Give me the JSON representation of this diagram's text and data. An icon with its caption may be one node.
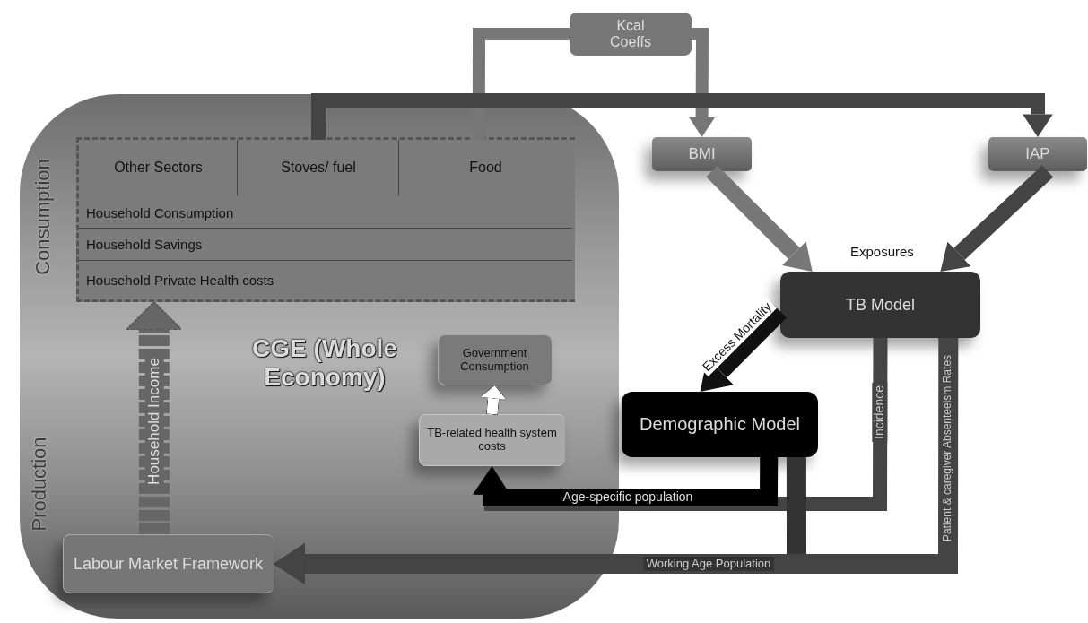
{
  "diagram": {
    "nodes": [
      {
        "text": [
          "CGE (Whole Economy)"
        ]
      },
      {
        "text": [
          "Household Consumption",
          "Household Savings",
          "Household Private Health costs"
        ],
        "in": 0
      },
      {
        "text": [
          "Other Sectors"
        ],
        "in": 1
      },
      {
        "text": [
          "Stoves/ fuel"
        ],
        "in": 1
      },
      {
        "text": [
          "Food"
        ],
        "in": 1
      },
      {
        "text": [
          "Kcal Coeffs"
        ]
      },
      {
        "text": [
          "BMI"
        ]
      },
      {
        "text": [
          "IAP"
        ]
      },
      {
        "text": [
          "TB Model"
        ],
        "beside": [
          "Exposures"
        ]
      },
      {
        "text": [
          "Demographic Model"
        ]
      },
      {
        "text": [
          "Government Consumption"
        ],
        "in": 0
      },
      {
        "text": [
          "TB-related health system costs"
        ],
        "in": 0
      },
      {
        "text": [
          "Labour Market Framework"
        ],
        "in": 0
      }
    ],
    "edges": [
      {
        "from": 4,
        "to": 5,
        "arrow": "none",
        "color": "#777777"
      },
      {
        "from": 5,
        "to": 6,
        "arrow": "to",
        "color": "#777777"
      },
      {
        "from": 3,
        "to": 7,
        "arrow": "to"
      },
      {
        "from": 6,
        "to": 8,
        "arrow": "to",
        "color": "#777777"
      },
      {
        "from": 7,
        "to": 8,
        "arrow": "to"
      },
      {
        "from": 8,
        "to": 9,
        "label": "Excess Mortality",
        "arrow": "to",
        "color": "#111111"
      },
      {
        "from": 8,
        "to": 11,
        "label": "Incidence",
        "arrow": "to"
      },
      {
        "from": 9,
        "to": 11,
        "label": "Age-specific population",
        "arrow": "to",
        "color": "#000000"
      },
      {
        "from": 9,
        "to": 12,
        "label": "Working Age Population",
        "arrow": "to",
        "color": "#333333"
      },
      {
        "from": 8,
        "to": 12,
        "label": "Patient & caregiver Absenteeism Rates",
        "arrow": "to"
      },
      {
        "from": 11,
        "to": 10,
        "arrow": "to",
        "color": "#ffffff"
      },
      {
        "from": 12,
        "to": 1,
        "label": "Household Income",
        "arrow": "to",
        "style": "dashed",
        "color": "#666666"
      }
    ],
    "labels": [
      "Consumption",
      "Production"
    ]
  }
}
